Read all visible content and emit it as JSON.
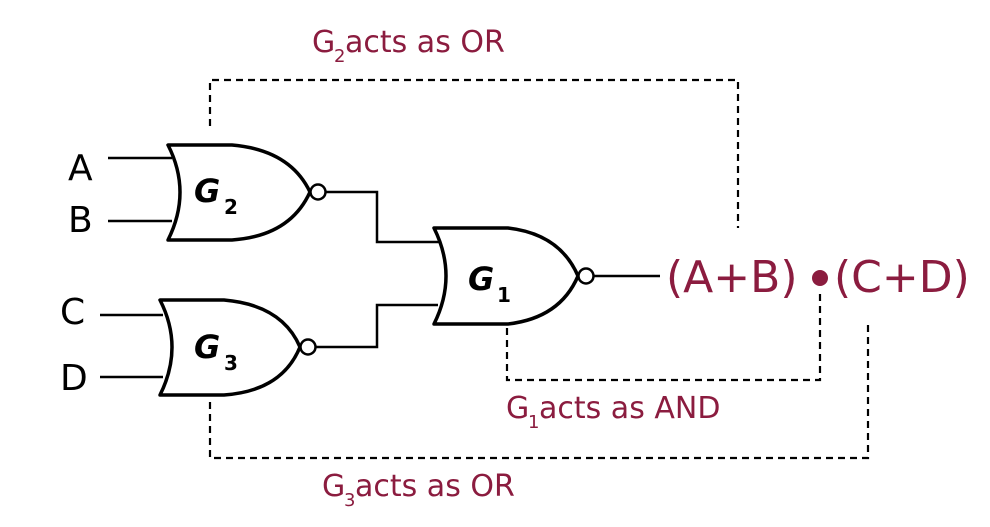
{
  "inputs": [
    "A",
    "B",
    "C",
    "D"
  ],
  "gates": {
    "g1": {
      "letter": "G",
      "sub": "1"
    },
    "g2": {
      "letter": "G",
      "sub": "2"
    },
    "g3": {
      "letter": "G",
      "sub": "3"
    }
  },
  "annotations": {
    "g2_note": {
      "letter": "G",
      "sub": "2",
      "text": " acts as OR"
    },
    "g1_note": {
      "letter": "G",
      "sub": "1",
      "text": " acts as AND"
    },
    "g3_note": {
      "letter": "G",
      "sub": "3",
      "text": " acts as OR"
    }
  },
  "output_expression": {
    "left": "(A+B)",
    "right": "(C+D)"
  },
  "colors": {
    "annotation": "#8b1c3f",
    "wire": "#000000"
  }
}
